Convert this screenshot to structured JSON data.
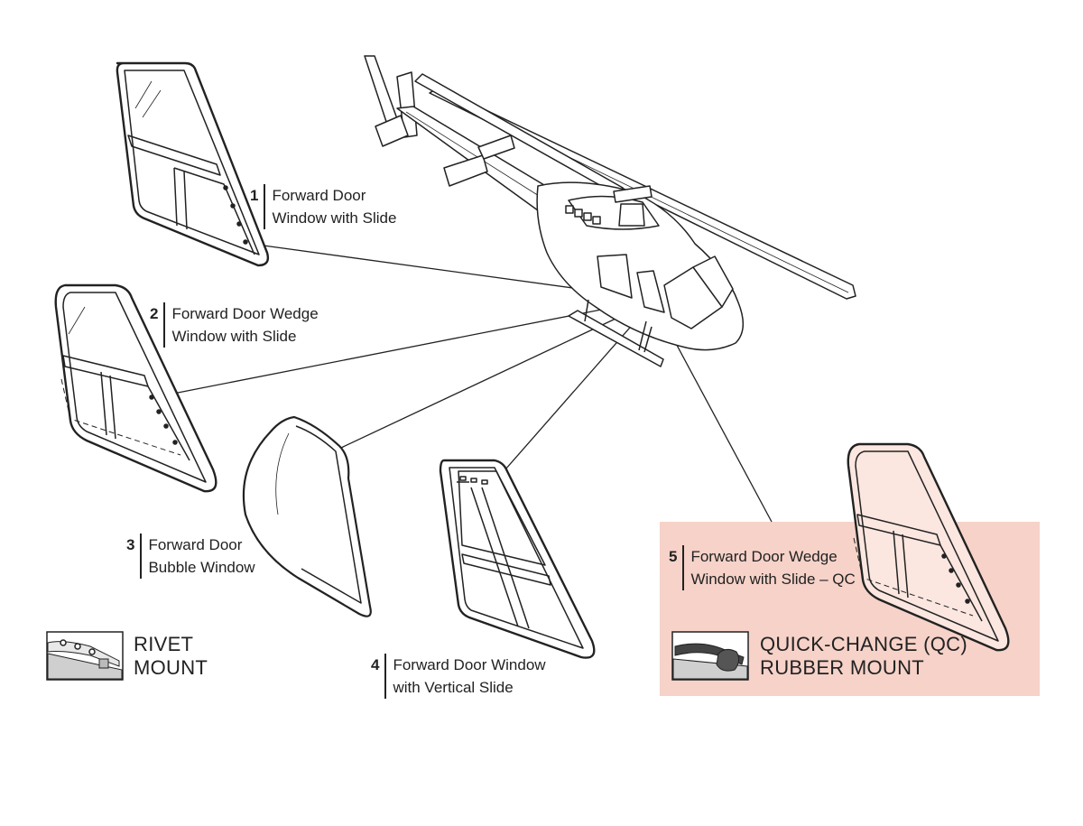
{
  "colors": {
    "line": "#222222",
    "qc_highlight": "#f6d2c8",
    "background": "#ffffff"
  },
  "callouts": [
    {
      "number": "1",
      "line1": "Forward Door",
      "line2": "Window with Slide"
    },
    {
      "number": "2",
      "line1": "Forward Door Wedge",
      "line2": "Window with Slide"
    },
    {
      "number": "3",
      "line1": "Forward Door",
      "line2": "Bubble Window"
    },
    {
      "number": "4",
      "line1": "Forward Door Window",
      "line2": "with Vertical Slide"
    },
    {
      "number": "5",
      "line1": "Forward Door Wedge",
      "line2": "Window with Slide – QC"
    }
  ],
  "legend": {
    "rivet": {
      "line1": "RIVET",
      "line2": "MOUNT"
    },
    "qc": {
      "line1": "QUICK-CHANGE (QC)",
      "line2": "RUBBER MOUNT"
    }
  }
}
